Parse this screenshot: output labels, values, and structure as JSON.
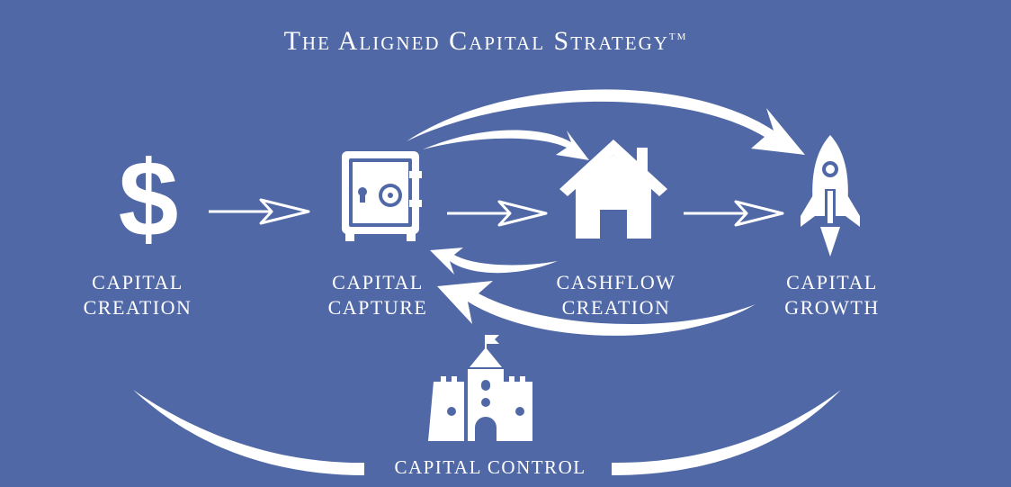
{
  "title": "The Aligned Capital Strategy",
  "title_mark": "TM",
  "steps": [
    {
      "icon": "dollar-icon",
      "line1": "CAPITAL",
      "line2": "CREATION"
    },
    {
      "icon": "safe-icon",
      "line1": "CAPITAL",
      "line2": "CAPTURE"
    },
    {
      "icon": "house-icon",
      "line1": "CASHFLOW",
      "line2": "CREATION"
    },
    {
      "icon": "rocket-icon",
      "line1": "CAPITAL",
      "line2": "GROWTH"
    }
  ],
  "foundation": {
    "icon": "castle-icon",
    "label": "CAPITAL CONTROL"
  },
  "colors": {
    "background": "#5068a6",
    "foreground": "#ffffff"
  }
}
